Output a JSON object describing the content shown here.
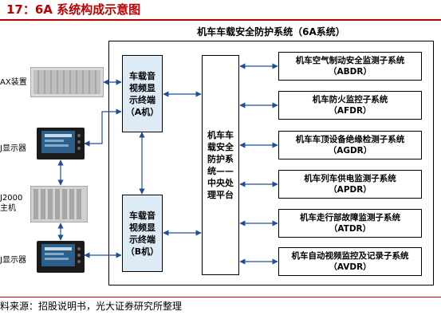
{
  "figure": {
    "title": "17：6A 系统构成示意图",
    "source": "料来源：招股说明书，光大证券研究所整理"
  },
  "system": {
    "title": "机车车载安全防护系统（6A系统）",
    "terminal_a": [
      "车载音",
      "视频显",
      "示终端",
      "（A机）"
    ],
    "terminal_b": [
      "车载音",
      "视频显",
      "示终端",
      "（B机）"
    ],
    "central": [
      "机车车",
      "载安全",
      "防护系",
      "统——",
      "中央处",
      "理平台"
    ],
    "subsystems": [
      {
        "name": "机车空气制动安全监测子系统",
        "code": "（ABDR）"
      },
      {
        "name": "机车防火监控子系统",
        "code": "（AFDR）"
      },
      {
        "name": "机车车顶设备绝缘检测子系统",
        "code": "（AGDR）"
      },
      {
        "name": "机车列车供电监测子系统",
        "code": "（APDR）"
      },
      {
        "name": "机车走行部故障监测子系统",
        "code": "（ATDR）"
      },
      {
        "name": "机车自动视频监控及记录子系统",
        "code": "（AVDR）"
      }
    ]
  },
  "devices": {
    "lax": "AX装置",
    "display_top": "J显示器",
    "host": [
      "J2000",
      "主机"
    ],
    "display_bottom": "J显示器"
  },
  "colors": {
    "title_red": "#c00000",
    "terminal_fill": "#ddebf7",
    "arrow_blue": "#1f4e9a"
  }
}
